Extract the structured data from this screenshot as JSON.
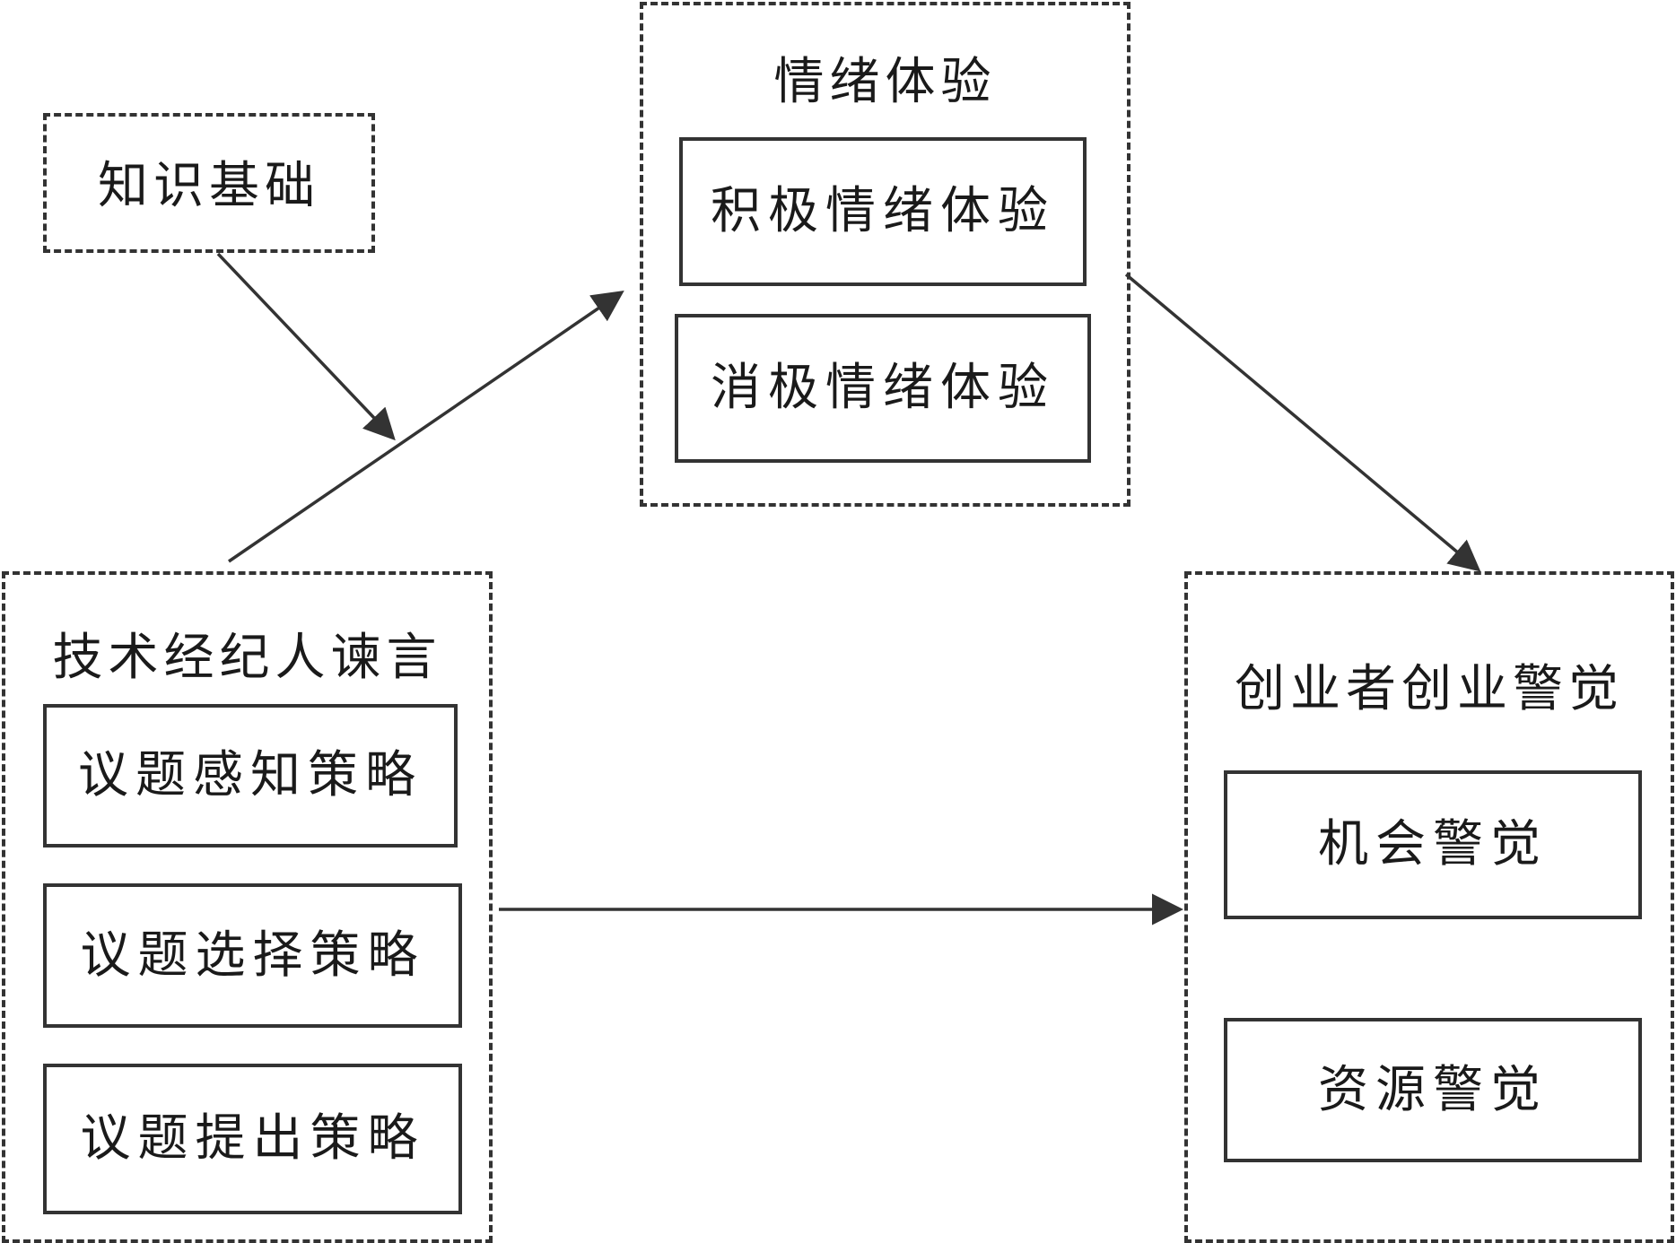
{
  "diagram": {
    "knowledge": {
      "label": "知识基础"
    },
    "emotion": {
      "title": "情绪体验",
      "positive": "积极情绪体验",
      "negative": "消极情绪体验"
    },
    "strategy": {
      "title": "技术经纪人谏言",
      "items": [
        "议题感知策略",
        "议题选择策略",
        "议题提出策略"
      ]
    },
    "alertness": {
      "title": "创业者创业警觉",
      "opportunity": "机会警觉",
      "resource": "资源警觉"
    }
  },
  "colors": {
    "line": "#333333",
    "text": "#1a1a1a",
    "background": "#ffffff"
  }
}
